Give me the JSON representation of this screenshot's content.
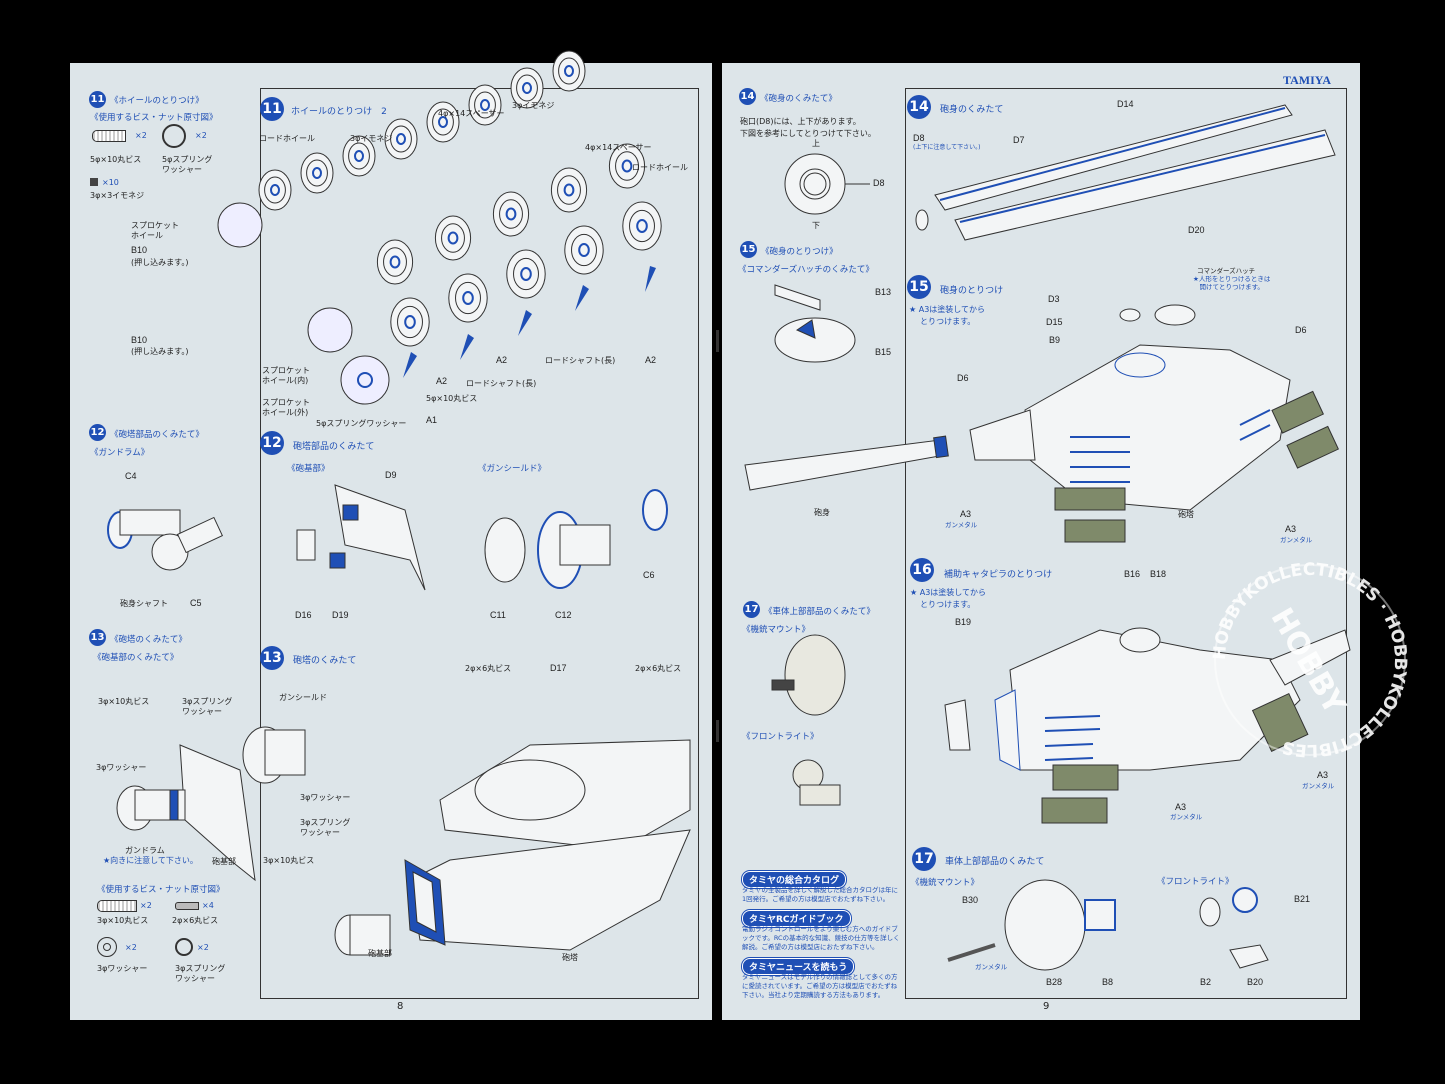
{
  "left_page": {
    "page_number": "8",
    "sidebar": {
      "step11": {
        "num": "11",
        "title": "《ホイールのとりつけ》",
        "subtitle": "《使用するビス・ナット原寸図》",
        "screw": "5φ×10丸ビス",
        "screw_qty": "×2",
        "washer": "5φスプリング\nワッシャー",
        "washer_qty": "×2",
        "setscrew_qty": "×10",
        "setscrew": "3φ×3イモネジ"
      },
      "step12": {
        "num": "12",
        "title": "《砲塔部品のくみたて》",
        "subtitle": "《ガンドラム》",
        "parts": [
          "C4",
          "砲身シャフト",
          "C5"
        ]
      },
      "step13": {
        "num": "13",
        "title": "《砲塔のくみたて》",
        "subtitle": "《砲基部のくみたて》",
        "labels": [
          "3φ×10丸ビス",
          "3φスプリング\nワッシャー",
          "3φワッシャー",
          "ガンドラム",
          "★向きに注意して下さい。",
          "砲基部"
        ],
        "hardware_title": "《使用するビス・ナット原寸図》",
        "hardware": [
          {
            "name": "3φ×10丸ビス",
            "qty": "×2"
          },
          {
            "name": "2φ×6丸ビス",
            "qty": "×4"
          },
          {
            "name": "3φワッシャー",
            "qty": "×2"
          },
          {
            "name": "3φスプリング\nワッシャー",
            "qty": "×2"
          }
        ]
      }
    },
    "main": {
      "step11": {
        "num": "11",
        "title": "ホイールのとりつけ　2",
        "labels": [
          "ロードホイール",
          "3φイモネジ",
          "4φ×14スペーサー",
          "3φイモネジ",
          "4φ×14スペーサー",
          "ロードホイール",
          "スプロケット\nホイール",
          "B10",
          "(押し込みます。)",
          "B10",
          "(押し込みます。)",
          "A2",
          "ロードシャフト(長)",
          "A2",
          "A2",
          "ロードシャフト(長)",
          "スプロケット\nホイール(内)",
          "スプロケット\nホイール(外)",
          "5φ×10丸ビス",
          "5φスプリングワッシャー",
          "A1"
        ]
      },
      "step12": {
        "num": "12",
        "title": "砲塔部品のくみたて",
        "sub_base": "《砲基部》",
        "sub_shield": "《ガンシールド》",
        "parts": [
          "D9",
          "D16",
          "D19",
          "C11",
          "C12",
          "C6"
        ]
      },
      "step13": {
        "num": "13",
        "title": "砲塔のくみたて",
        "labels": [
          "2φ×6丸ビス",
          "D17",
          "2φ×6丸ビス",
          "ガンシールド",
          "3φワッシャー",
          "3φスプリング\nワッシャー",
          "3φ×10丸ビス",
          "砲基部",
          "砲塔"
        ]
      }
    }
  },
  "right_page": {
    "page_number": "9",
    "brand": "TAMIYA",
    "sidebar": {
      "step14": {
        "num": "14",
        "title": "《砲身のくみたて》",
        "text1": "砲口(D8)には、上下があります。",
        "text2": "下図を参考にしてとりつけて下さい。",
        "top": "上",
        "bottom": "下",
        "part": "D8"
      },
      "step15": {
        "num": "15",
        "title": "《砲身のとりつけ》",
        "subtitle": "《コマンダーズハッチのくみたて》",
        "parts": [
          "B13",
          "B15"
        ]
      },
      "step17": {
        "num": "17",
        "title": "《車体上部部品のくみたて》",
        "sub_mg": "《機銃マウント》",
        "sub_light": "《フロントライト》"
      },
      "info": [
        {
          "heading": "タミヤの総合カタログ",
          "text": "タミヤの全製品を詳しく解説した総合カタログは年に1回発行。ご希望の方は模型店でおたずね下さい。"
        },
        {
          "heading": "タミヤRCガイドブック",
          "text": "電動ラジオコントロールをより楽しむ方へのガイドブックです。RCの基本的な知識、競技の仕方等を詳しく解説。ご希望の方は模型店におたずね下さい。"
        },
        {
          "heading": "タミヤニュースを読もう",
          "text": "タミヤニュースはモデル作りの情報誌として多くの方に愛読されています。ご希望の方は模型店でおたずね下さい。当社より定期購読する方法もあります。"
        }
      ]
    },
    "main": {
      "step14": {
        "num": "14",
        "title": "砲身のくみたて",
        "labels": [
          "D14",
          "D8",
          "(上下に注意して下さい。)",
          "D7",
          "D20"
        ]
      },
      "step15": {
        "num": "15",
        "title": "砲身のとりつけ",
        "note1": "★ A3は塗装してから",
        "note2": "とりつけます。",
        "hatch": "コマンダーズハッチ",
        "hatch_note": "★人形をとりつけるときは\n　開けてとりつけます。",
        "labels": [
          "D3",
          "D15",
          "B9",
          "D6",
          "D6",
          "A3",
          "ガンメタル",
          "砲身",
          "砲塔",
          "A3",
          "ガンメタル"
        ]
      },
      "step16": {
        "num": "16",
        "title": "補助キャタピラのとりつけ",
        "note1": "★ A3は塗装してから",
        "note2": "とりつけます。",
        "labels": [
          "B16",
          "B18",
          "B19",
          "A3",
          "ガンメタル",
          "A3",
          "ガンメタル"
        ]
      },
      "step17": {
        "num": "17",
        "title": "車体上部部品のくみたて",
        "sub_mg": "《機銃マウント》",
        "sub_light": "《フロントライト》",
        "labels": [
          "B30",
          "ガンメタル",
          "B28",
          "B8",
          "B21",
          "B2",
          "B20"
        ]
      }
    },
    "watermark": "HOBBYKOLLECTIBLES"
  },
  "colors": {
    "accent_blue": "#1f4fb5",
    "paper": "#dde5e9",
    "background": "#000000"
  }
}
